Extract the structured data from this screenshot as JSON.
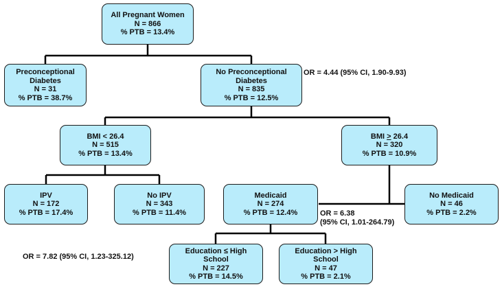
{
  "colors": {
    "node_fill": "#b9ecfb",
    "node_border": "#1a1a1a",
    "line": "#000000"
  },
  "nodes": {
    "all": {
      "title": "All Pregnant Women",
      "n": "N = 866",
      "ptb": "% PTB = 13.4%"
    },
    "precon": {
      "title1": "Preconceptional",
      "title2": "Diabetes",
      "n": "N = 31",
      "ptb": "% PTB = 38.7%"
    },
    "noprecon": {
      "title1": "No Preconceptional",
      "title2": "Diabetes",
      "n": "N = 835",
      "ptb": "% PTB = 12.5%"
    },
    "bmi_lt": {
      "title": "BMI < 26.4",
      "n": "N = 515",
      "ptb": "% PTB = 13.4%"
    },
    "bmi_ge": {
      "title_prefix": "BMI ",
      "title_sym": ">",
      "title_suffix": " 26.4",
      "n": "N = 320",
      "ptb": "% PTB = 10.9%"
    },
    "ipv": {
      "title": "IPV",
      "n": "N = 172",
      "ptb": "% PTB = 17.4%"
    },
    "noipv": {
      "title": "No IPV",
      "n": "N = 343",
      "ptb": "% PTB = 11.4%"
    },
    "medicaid": {
      "title": "Medicaid",
      "n": "N = 274",
      "ptb": "% PTB = 12.4%"
    },
    "nomedicaid": {
      "title": "No Medicaid",
      "n": "N = 46",
      "ptb": "% PTB = 2.2%"
    },
    "edu_le": {
      "title1": "Education ≤ High",
      "title2": "School",
      "n": "N = 227",
      "ptb": "% PTB = 14.5%"
    },
    "edu_gt": {
      "title1": "Education > High",
      "title2": "School",
      "n": "N = 47",
      "ptb": "% PTB = 2.1%"
    }
  },
  "odds_ratios": {
    "diabetes": "OR = 4.44 (95% CI, 1.90-9.93)",
    "medicaid_line1": "OR = 6.38",
    "medicaid_line2": "(95% CI, 1.01-264.79)",
    "education": "OR = 7.82 (95% CI, 1.23-325.12)"
  }
}
